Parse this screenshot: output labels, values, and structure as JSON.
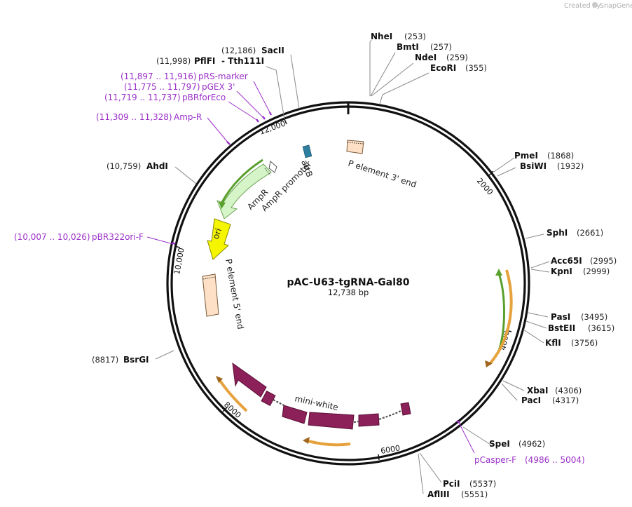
{
  "plasmid": {
    "name": "pAC-U63-tgRNA-Gal80",
    "size_label": "12,738 bp",
    "length_bp": 12738
  },
  "watermark": {
    "prefix": "Created by",
    "brand": "SnapGene"
  },
  "ticks": [
    {
      "label": "2000"
    },
    {
      "label": "4000"
    },
    {
      "label": "6000"
    },
    {
      "label": "8000"
    },
    {
      "label": "10,000"
    },
    {
      "label": "12,000"
    }
  ],
  "enzymes": [
    {
      "name": "NheI",
      "pos": "(253)"
    },
    {
      "name": "BmtI",
      "pos": "(257)"
    },
    {
      "name": "NdeI",
      "pos": "(259)"
    },
    {
      "name": "EcoRI",
      "pos": "(355)"
    },
    {
      "name": "PmeI",
      "pos": "(1868)"
    },
    {
      "name": "BsiWI",
      "pos": "(1932)"
    },
    {
      "name": "SphI",
      "pos": "(2661)"
    },
    {
      "name": "Acc65I",
      "pos": "(2995)"
    },
    {
      "name": "KpnI",
      "pos": "(2999)"
    },
    {
      "name": "PasI",
      "pos": "(3495)"
    },
    {
      "name": "BstEII",
      "pos": "(3615)"
    },
    {
      "name": "KflI",
      "pos": "(3756)"
    },
    {
      "name": "XbaI",
      "pos": "(4306)"
    },
    {
      "name": "PacI",
      "pos": "(4317)"
    },
    {
      "name": "SpeI",
      "pos": "(4962)"
    },
    {
      "name": "PciI",
      "pos": "(5537)"
    },
    {
      "name": "AflIII",
      "pos": "(5551)"
    },
    {
      "name": "BsrGI",
      "pos": "(8817)"
    },
    {
      "name": "AhdI",
      "pos": "(10,759)"
    },
    {
      "name": "PflFI",
      "pos": "(11,998)"
    },
    {
      "name": "- Tth111I",
      "pos": ""
    },
    {
      "name": "SacII",
      "pos": "(12,186)"
    }
  ],
  "primers": [
    {
      "name": "pRS-marker",
      "range": "(11,897 .. 11,916)"
    },
    {
      "name": "pGEX 3'",
      "range": "(11,775 .. 11,797)"
    },
    {
      "name": "pBRforEco",
      "range": "(11,719 .. 11,737)"
    },
    {
      "name": "Amp-R",
      "range": "(11,309 .. 11,328)"
    },
    {
      "name": "pBR322ori-F",
      "range": "(10,007 .. 10,026)"
    },
    {
      "name": "pCasper-F",
      "range": "(4986 .. 5004)"
    }
  ],
  "features": {
    "attB": "attB",
    "p3": "P element 3' end",
    "ampr": "AmpR",
    "ampr_promoter": "AmpR promoter",
    "ori": "ori",
    "p5": "P element 5' end",
    "mini_white": "mini-white"
  },
  "colors": {
    "backbone": "#111111",
    "enzyme_line": "#888888",
    "primer": "#9b30c8",
    "feature_peach": "#fde0c5",
    "feature_green_fill": "#d5f5c8",
    "feature_green_edge": "#5aa02c",
    "ori": "#f5f500",
    "attB": "#2e7fa0",
    "mini_white": "#8c2058",
    "orange_primer_arrow": "#e6a23c"
  }
}
